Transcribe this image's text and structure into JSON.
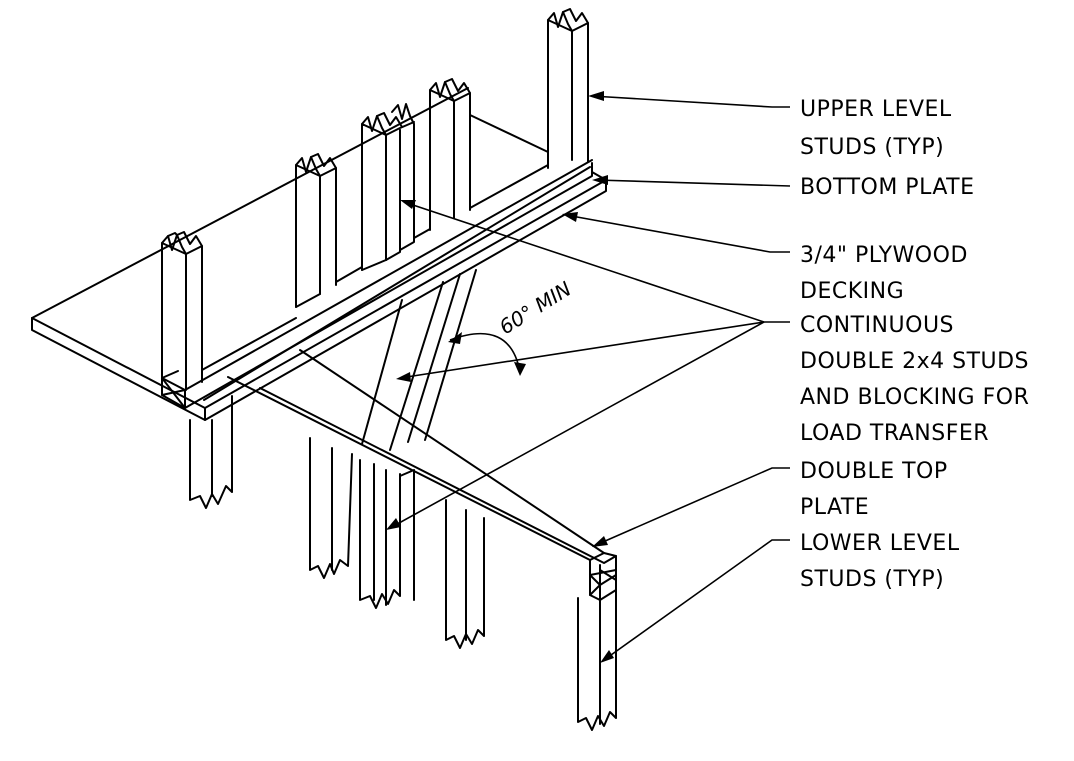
{
  "labels": {
    "upper_studs": [
      "UPPER LEVEL",
      "STUDS (TYP)"
    ],
    "bottom_plate": [
      "BOTTOM PLATE"
    ],
    "plywood": [
      "3/4\" PLYWOOD",
      "DECKING"
    ],
    "continuous": [
      "CONTINUOUS",
      "DOUBLE 2x4 STUDS",
      "AND BLOCKING FOR",
      "LOAD TRANSFER"
    ],
    "top_plate": [
      "DOUBLE TOP",
      "PLATE"
    ],
    "lower_studs": [
      "LOWER LEVEL",
      "STUDS (TYP)"
    ]
  },
  "angle_label": "60° MIN",
  "colors": {
    "line": "#000000",
    "background": "#ffffff"
  }
}
